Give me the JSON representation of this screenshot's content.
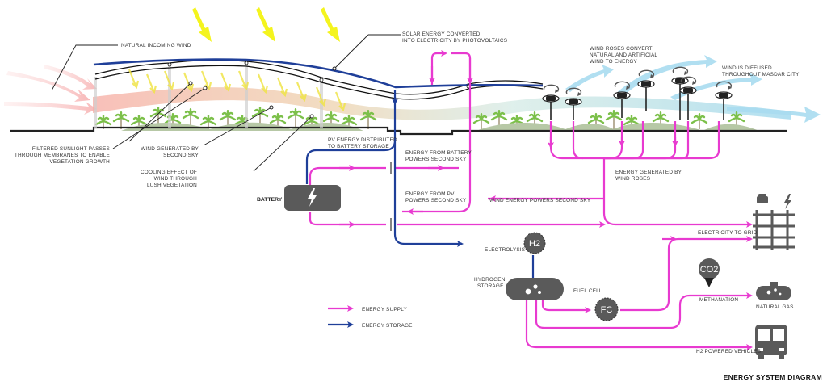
{
  "title": "ENERGY SYSTEM DIAGRAM",
  "colors": {
    "energy_supply": "#e83ad0",
    "energy_storage": "#1f3f99",
    "node": "#5a5a5a",
    "wind": "#a9dcf0",
    "sun": "#f4f41e"
  },
  "annotations": {
    "natural_wind": "NATURAL INCOMING WIND",
    "solar_1": "SOLAR ENERGY CONVERTED",
    "solar_2": "INTO ELECTRICITY BY PHOTOVOLTAICS",
    "windroses_1": "WIND ROSES CONVERT",
    "windroses_2": "NATURAL AND ARTIFICIAL",
    "windroses_3": "WIND TO ENERGY",
    "diffused_1": "WIND IS DIFFUSED",
    "diffused_2": "THROUGHOUT MASDAR CITY",
    "filtered_1": "FILTERED SUNLIGHT PASSES",
    "filtered_2": "THROUGH MEMBRANES TO ENABLE",
    "filtered_3": "VEGETATION GROWTH",
    "windgen_1": "WIND GENERATED BY",
    "windgen_2": "SECOND SKY",
    "cooling_1": "COOLING EFFECT OF",
    "cooling_2": "WIND THROUGH",
    "cooling_3": "LUSH VEGETATION",
    "pv_battery_1": "PV ENERGY DISTRIBUTED",
    "pv_battery_2": "TO BATTERY STORAGE",
    "battery_sky_1": "ENERGY FROM BATTERY",
    "battery_sky_2": "POWERS SECOND SKY",
    "pv_sky_1": "ENERGY FROM PV",
    "pv_sky_2": "POWERS SECOND SKY",
    "wind_sky": "WIND ENERGY POWERS SECOND SKY",
    "windrose_energy_1": "ENERGY GENERATED BY",
    "windrose_energy_2": "WIND ROSES",
    "grid": "ELECTRICITY TO GRID",
    "electrolysis": "ELECTROLYSIS",
    "fuel_cell": "FUEL CELL",
    "methanation": "METHANATION",
    "natural_gas": "NATURAL GAS",
    "h2_vehicles": "H2 POWERED VEHICLES"
  },
  "nodes": {
    "battery": "BATTERY",
    "hydrogen_1": "HYDROGEN",
    "hydrogen_2": "STORAGE",
    "h2": "H2",
    "fc": "FC",
    "co2": "CO2"
  },
  "legend": {
    "supply": "ENERGY SUPPLY",
    "storage": "ENERGY STORAGE"
  },
  "icons": {
    "sun_rays": "sun-ray-arrows",
    "wind_rose": "wind-rose-turbine",
    "battery": "lightning-bolt-icon",
    "hydrogen": "bubbles-icon",
    "grid": "grid-network-icon",
    "gas": "gas-tank-icon",
    "vehicle": "bus-icon",
    "car": "car-icon"
  }
}
